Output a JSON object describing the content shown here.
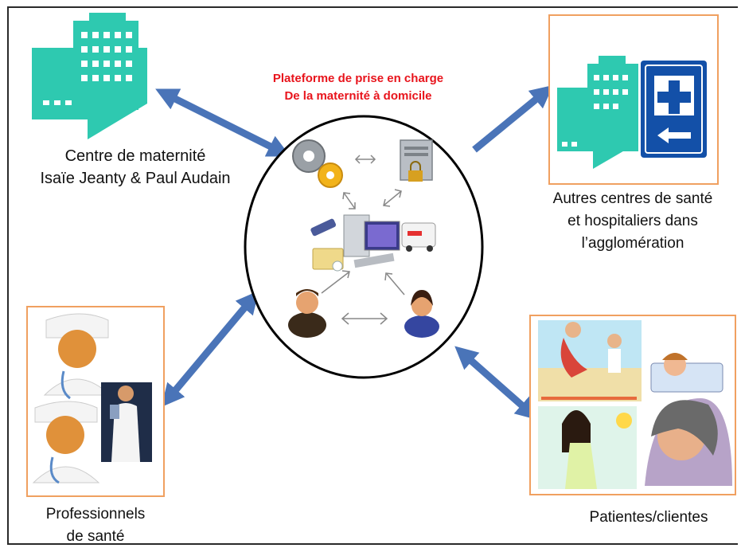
{
  "platform": {
    "title_line1": "Plateforme de prise en charge",
    "title_line2": "De la maternité à domicile"
  },
  "nodes": {
    "maternity": {
      "line1": "Centre de maternité",
      "line2": "Isaïe Jeanty & Paul Audain"
    },
    "other_centers": {
      "line1": "Autres centres de santé",
      "line2": "et hospitaliers dans",
      "line3": "l’agglomération"
    },
    "professionals": {
      "line1": "Professionnels",
      "line2": "de santé"
    },
    "patients": {
      "line1": "Patientes/clientes"
    }
  },
  "colors": {
    "arrow_blue": "#4a74b8",
    "building_teal": "#2ec9b0",
    "title_red": "#e8141c",
    "box_orange": "#f0a060",
    "sign_blue": "#1350a8"
  },
  "icons": [
    "hospital-building-icon",
    "hospital-sign-icon",
    "gears-icon",
    "server-lock-icon",
    "computer-icon",
    "phone-icon",
    "ambulance-icon",
    "folder-icon",
    "businessman-icon",
    "woman-avatar-icon",
    "doctor-icon",
    "female-doctor-icon",
    "beach-patients-icon",
    "sick-child-icon",
    "headache-woman-icon"
  ]
}
